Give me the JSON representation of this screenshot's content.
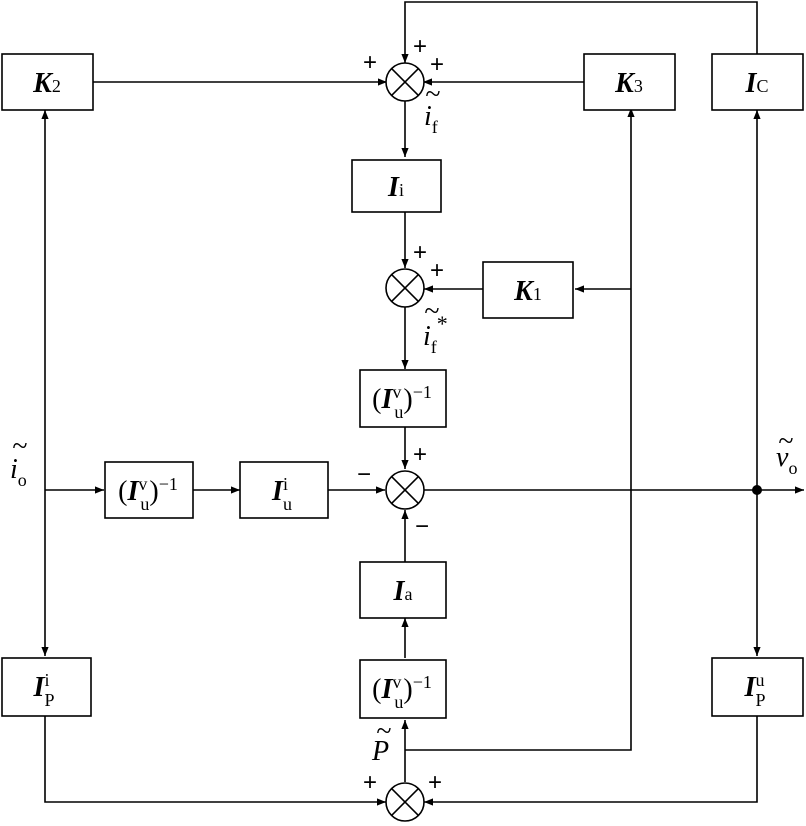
{
  "blocks": {
    "k2": {
      "sym": "K",
      "sub": "2"
    },
    "k3": {
      "sym": "K",
      "sub": "3"
    },
    "ic": {
      "sym": "I",
      "sub": "C"
    },
    "ii": {
      "sym": "I",
      "sub": "i"
    },
    "k1": {
      "sym": "K",
      "sub": "1"
    },
    "iuv_inv_mid": {
      "sym": "I",
      "sub": "u",
      "sup": "v",
      "pow": "−1"
    },
    "iuv_inv_left": {
      "sym": "I",
      "sub": "u",
      "sup": "v",
      "pow": "−1"
    },
    "iui": {
      "sym": "I",
      "sub": "u",
      "sup": "i"
    },
    "ia": {
      "sym": "I",
      "sub": "a"
    },
    "iuv_inv_bot": {
      "sym": "I",
      "sub": "u",
      "sup": "v",
      "pow": "−1"
    },
    "ipi": {
      "sym": "I",
      "sub": "P",
      "sup": "i"
    },
    "ipu": {
      "sym": "I",
      "sub": "P",
      "sup": "u"
    }
  },
  "signals": {
    "if_tilde": {
      "sym": "i",
      "sub": "f",
      "tilde": "~"
    },
    "if_star": {
      "sym": "i",
      "sub": "f",
      "tilde": "~",
      "star": "*"
    },
    "io": {
      "sym": "i",
      "sub": "o",
      "tilde": "~"
    },
    "vo": {
      "sym": "v",
      "sub": "o",
      "tilde": "~"
    },
    "p": {
      "sym": "P",
      "tilde": "~"
    }
  },
  "signs": {
    "s1_left": "+",
    "s1_top": "+",
    "s1_right": "+",
    "s2_top": "+",
    "s2_right": "+",
    "s3_top": "+",
    "s3_left": "−",
    "s3_bottom": "−",
    "s4_left": "+",
    "s4_right": "+"
  }
}
